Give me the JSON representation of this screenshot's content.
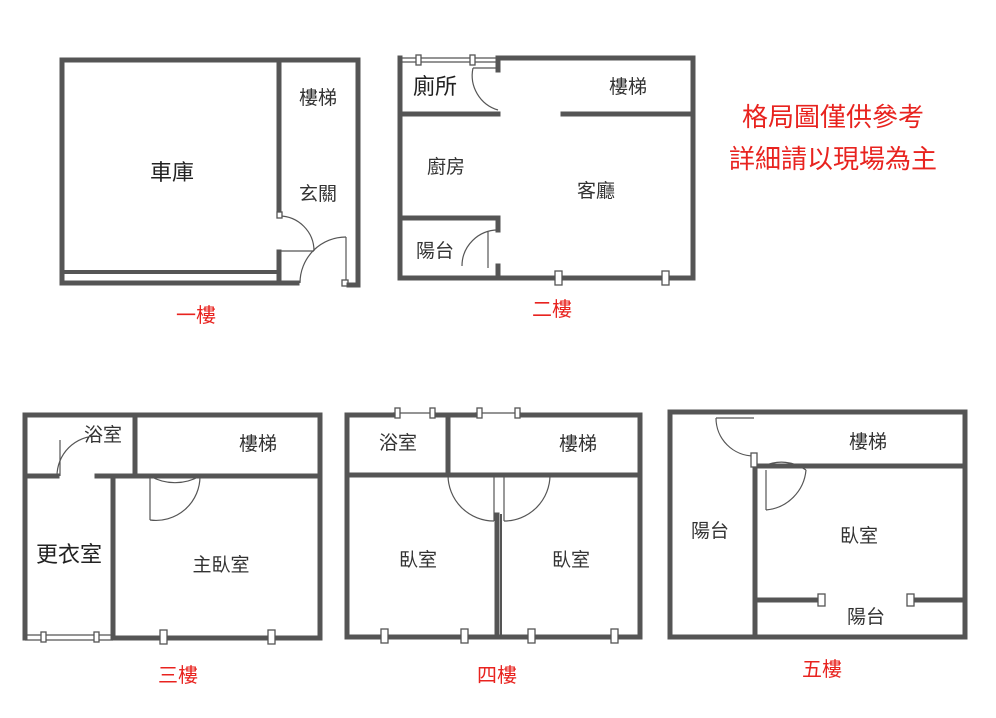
{
  "note": {
    "line1": "格局圖僅供參考",
    "line2": "詳細請以現場為主"
  },
  "floors": {
    "f1": {
      "label": "一樓",
      "rooms": {
        "garage": "車庫",
        "stairs": "樓梯",
        "foyer": "玄關"
      }
    },
    "f2": {
      "label": "二樓",
      "rooms": {
        "toilet": "廁所",
        "stairs": "樓梯",
        "kitchen": "廚房",
        "living": "客廳",
        "balcony": "陽台"
      }
    },
    "f3": {
      "label": "三樓",
      "rooms": {
        "bath": "浴室",
        "stairs": "樓梯",
        "closet": "更衣室",
        "master": "主臥室"
      }
    },
    "f4": {
      "label": "四樓",
      "rooms": {
        "bath": "浴室",
        "stairs": "樓梯",
        "bed1": "臥室",
        "bed2": "臥室"
      }
    },
    "f5": {
      "label": "五樓",
      "rooms": {
        "stairs": "樓梯",
        "balcony_left": "陽台",
        "bedroom": "臥室",
        "balcony_bottom": "陽台"
      }
    }
  },
  "colors": {
    "wall": "#555555",
    "label_red": "#e8231f",
    "text": "#333333"
  }
}
